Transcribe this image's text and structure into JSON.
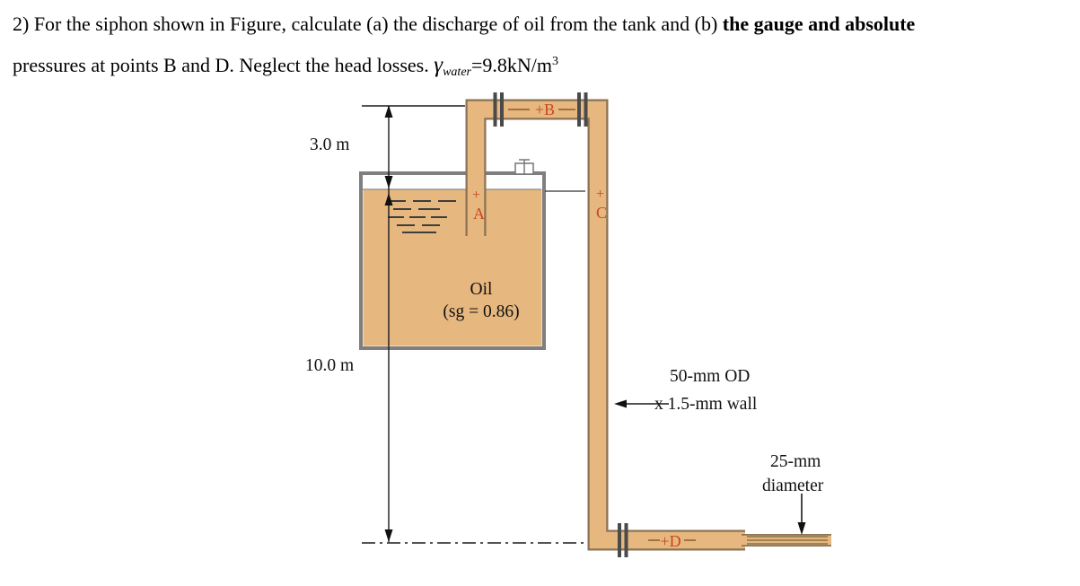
{
  "problem": {
    "line1": {
      "normal": "2) For the siphon shown in Figure, calculate (a) the discharge of oil from the tank and (b) ",
      "bold": "the gauge and absolute"
    },
    "line2": {
      "normal": "pressures at points B and D. Neglect the head losses.  ",
      "gamma": "γ",
      "gamma_sub": "water",
      "equals_value": "=9.8kN/m",
      "exponent": "3"
    }
  },
  "diagram": {
    "dimensions": {
      "height_3m": "3.0 m",
      "height_10m": "10.0 m"
    },
    "tank": {
      "fluid": "Oil",
      "specific_gravity": "(sg = 0.86)"
    },
    "points": {
      "a_plus": "+",
      "a": "A",
      "b": "+B",
      "c_plus": "+",
      "c": "C",
      "d": "+D"
    },
    "pipe": {
      "spec_line1": "50-mm OD",
      "spec_line2": "x 1.5-mm wall"
    },
    "nozzle": {
      "line1": "25-mm",
      "line2": "diameter"
    },
    "colors": {
      "oil": "#E6B77E",
      "pipe_outline": "#8B7355",
      "tank_wall": "#7f7f7f",
      "point_label": "#C9471F"
    }
  }
}
